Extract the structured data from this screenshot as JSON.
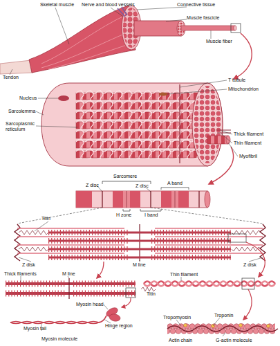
{
  "diagram": {
    "labels": [
      "Skeletal muscle",
      "Nerve and blood vessels",
      "Connective tissue",
      "Muscle fascicle",
      "Muscle fiber",
      "Tendon",
      "Nucleus",
      "Sarcolemma",
      "Sarcoplasmic reticulum",
      "T tubule",
      "Mitochondrion",
      "Thick filament",
      "Thin filament",
      "Myofibril",
      "Sarcomere",
      "Z disc",
      "Z disc",
      "A band",
      "H zone",
      "I band",
      "Titin",
      "Z disk",
      "M line",
      "Z disk",
      "Thick filaments",
      "M line",
      "Thin filament",
      "Titin",
      "Myosin head",
      "Hinge region",
      "Myosin tail",
      "Myosin molecule",
      "Tropomyosin",
      "Troponin",
      "Actin chain",
      "G-actin molecule"
    ]
  }
}
